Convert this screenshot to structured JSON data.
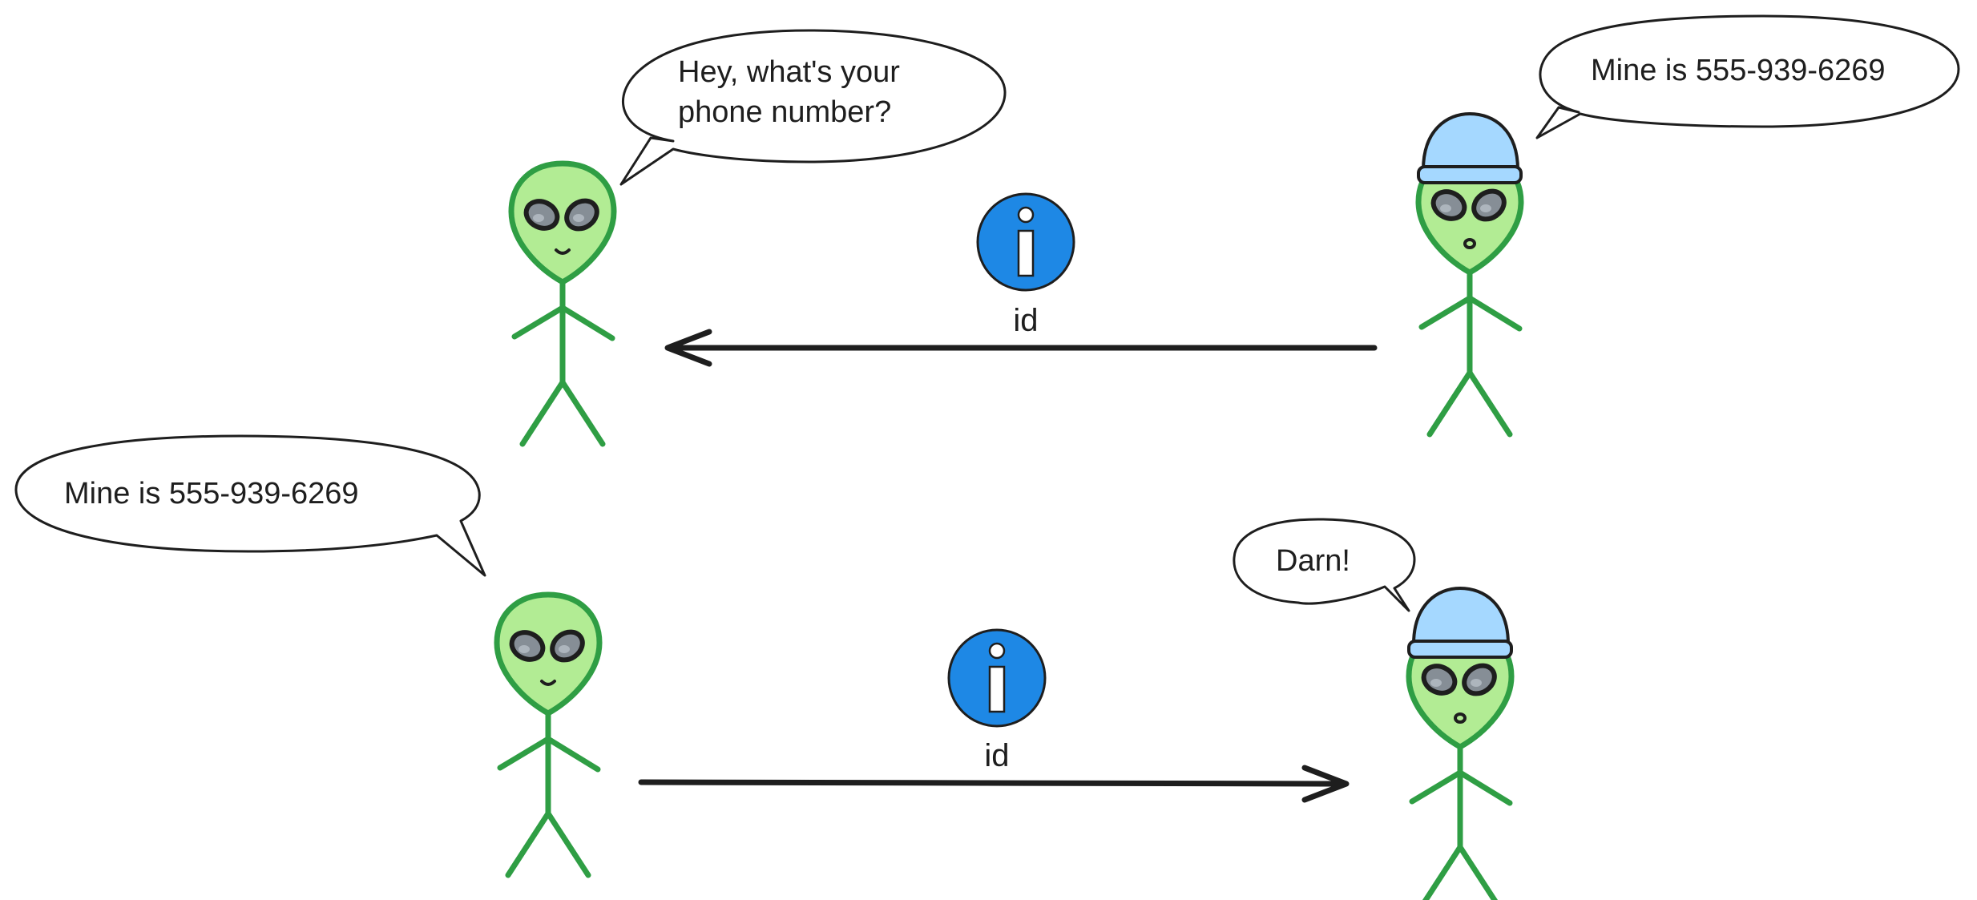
{
  "diagram": {
    "top_row": {
      "left_bubble": {
        "line1": "Hey, what's your",
        "line2": "phone number?"
      },
      "right_bubble": {
        "text": "Mine is 555-939-6269"
      },
      "message": {
        "icon": "info-icon",
        "label": "id"
      }
    },
    "bottom_row": {
      "left_bubble": {
        "text": "Mine is 555-939-6269"
      },
      "right_bubble": {
        "text": "Darn!"
      },
      "message": {
        "icon": "info-icon",
        "label": "id"
      }
    }
  },
  "colors": {
    "alien_skin": "#b2ec94",
    "alien_outline": "#2f9e44",
    "eye_fill": "#868e96",
    "eye_outline": "#1e1e1e",
    "hat_fill": "#a5d8ff",
    "info_icon_fill": "#1e88e5",
    "arrow": "#1e1e1e"
  }
}
